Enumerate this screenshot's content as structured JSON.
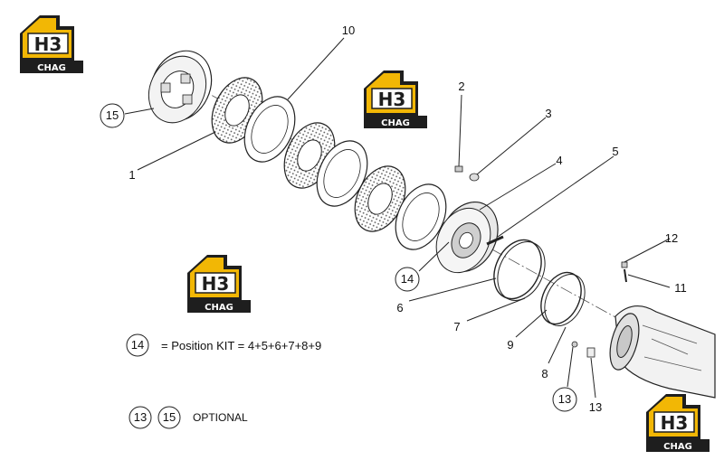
{
  "watermark": {
    "mark": "H3",
    "word": "CHAG"
  },
  "callouts": {
    "c1": "1",
    "c2": "2",
    "c3": "3",
    "c4": "4",
    "c5": "5",
    "c6": "6",
    "c7": "7",
    "c8": "8",
    "c9": "9",
    "c10": "10",
    "c11": "11",
    "c12": "12",
    "c13": "13",
    "c13b": "13",
    "c14": "14",
    "c15": "15"
  },
  "legend": {
    "kit_number": "14",
    "kit_text": "= Position KIT = 4+5+6+7+8+9",
    "opt_a": "13",
    "opt_b": "15",
    "opt_text": "OPTIONAL"
  },
  "colors": {
    "logo_yellow": "#f2b705",
    "logo_dark": "#1e1e1e",
    "line": "#222222"
  }
}
